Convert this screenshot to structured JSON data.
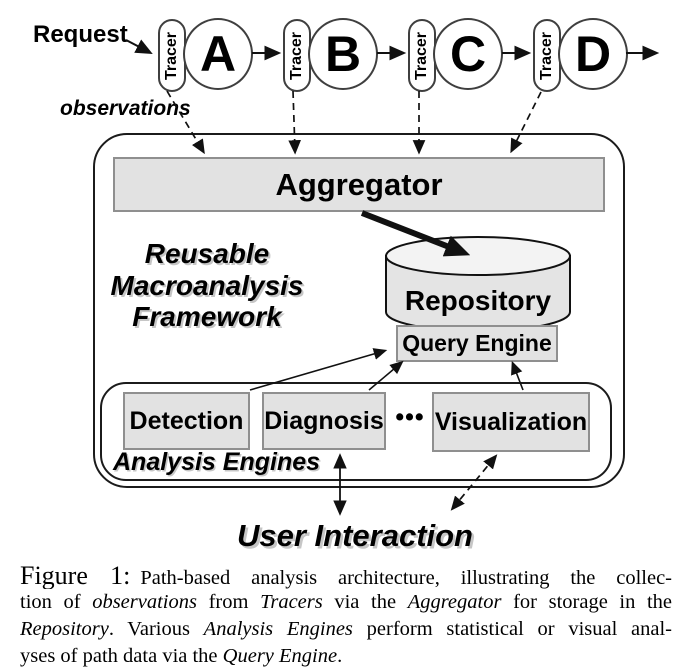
{
  "figure": {
    "request_label": "Request",
    "observations_label": "observations",
    "tracer_label": "Tracer",
    "stages": [
      "A",
      "B",
      "C",
      "D"
    ],
    "aggregator_label": "Aggregator",
    "framework_title_lines": [
      "Reusable",
      "Macroanalysis",
      "Framework"
    ],
    "repository_label": "Repository",
    "query_engine_label": "Query Engine",
    "engines": [
      "Detection",
      "Diagnosis",
      "Visualization"
    ],
    "engines_dots": "•••",
    "analysis_engines_label": "Analysis Engines",
    "user_interaction_label": "User Interaction"
  },
  "caption": {
    "label": "Figure 1:",
    "lines": [
      [
        {
          "t": "Path-based analysis architecture, illustrating the collec-"
        }
      ],
      [
        {
          "t": "tion of "
        },
        {
          "t": "observations",
          "i": true
        },
        {
          "t": " from "
        },
        {
          "t": "Tracers",
          "i": true
        },
        {
          "t": " via the "
        },
        {
          "t": "Aggregator",
          "i": true
        },
        {
          "t": " for storage in the"
        }
      ],
      [
        {
          "t": "Repository",
          "i": true
        },
        {
          "t": ". Various "
        },
        {
          "t": "Analysis Engines",
          "i": true
        },
        {
          "t": " perform statistical or visual anal-"
        }
      ],
      [
        {
          "t": "yses of path data via the "
        },
        {
          "t": "Query Engine",
          "i": true
        },
        {
          "t": "."
        }
      ]
    ]
  },
  "colors": {
    "box_fill": "#e2e2e2",
    "box_border": "#8f8f8f",
    "frame_border": "#1b1b1b",
    "line": "#111111",
    "cyl_body": "#e4e4e4",
    "cyl_top": "#f3f3f3",
    "shadow": "#c6c6c6"
  }
}
